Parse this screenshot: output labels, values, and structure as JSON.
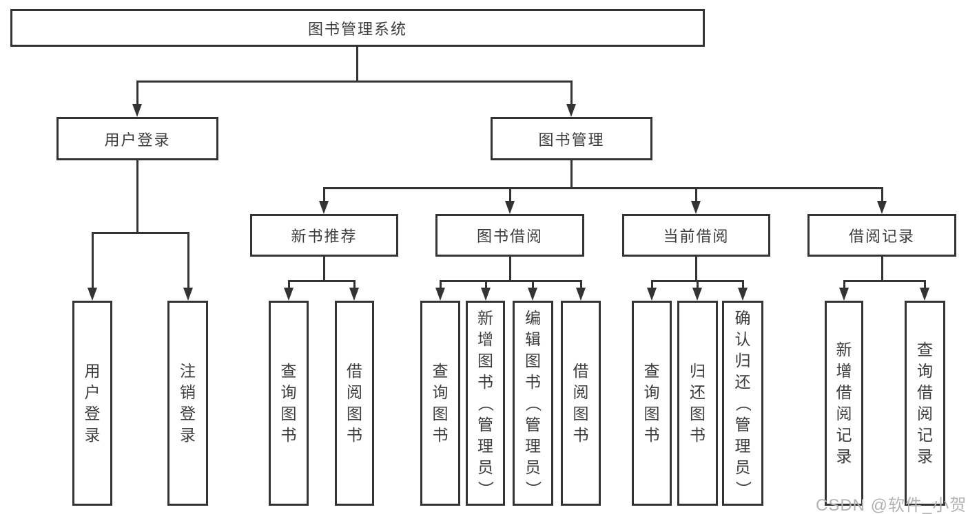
{
  "title": {
    "label": "图书管理系统"
  },
  "branches": [
    {
      "label": "用户登录",
      "leaves": [
        {
          "label": "用户登录"
        },
        {
          "label": "注销登录"
        }
      ]
    },
    {
      "label": "图书管理",
      "children": [
        {
          "label": "新书推荐",
          "leaves": [
            {
              "label": "查询图书"
            },
            {
              "label": "借阅图书"
            }
          ]
        },
        {
          "label": "图书借阅",
          "leaves": [
            {
              "label": "查询图书"
            },
            {
              "label": "新增图书（管理员）"
            },
            {
              "label": "编辑图书（管理员）"
            },
            {
              "label": "借阅图书"
            }
          ]
        },
        {
          "label": "当前借阅",
          "leaves": [
            {
              "label": "查询图书"
            },
            {
              "label": "归还图书"
            },
            {
              "label": "确认归还（管理员）"
            }
          ]
        },
        {
          "label": "借阅记录",
          "leaves": [
            {
              "label": "新增借阅记录"
            },
            {
              "label": "查询借阅记录"
            }
          ]
        }
      ]
    }
  ],
  "watermark": {
    "text": "CSDN @软件_小贺同学"
  },
  "colors": {
    "line": "#333333",
    "text": "#3d3d3d",
    "watermark": "#b2b2b2",
    "background": "#ffffff"
  }
}
